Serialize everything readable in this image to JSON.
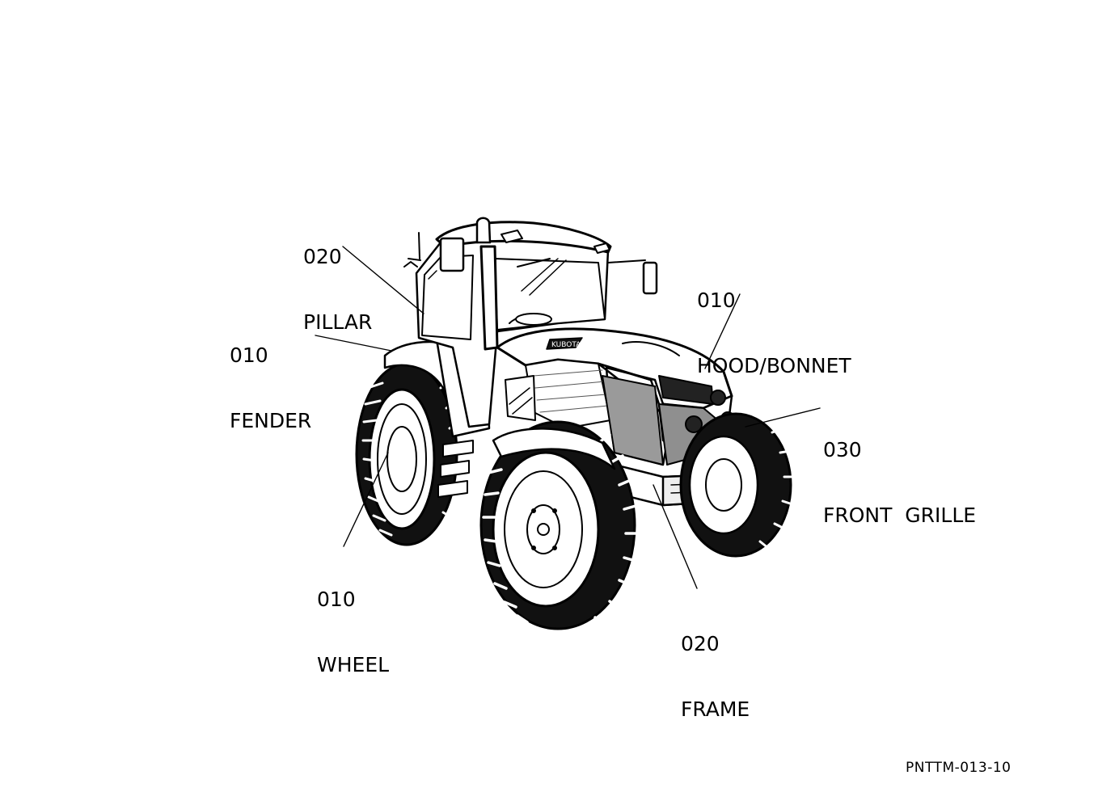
{
  "callouts": {
    "pillar": {
      "code": "020",
      "name": "PILLAR"
    },
    "fender": {
      "code": "010",
      "name": "FENDER"
    },
    "hood": {
      "code": "010",
      "name": "HOOD/BONNET"
    },
    "grille": {
      "code": "030",
      "name": "FRONT  GRILLE"
    },
    "wheel": {
      "code": "010",
      "name": "WHEEL"
    },
    "frame": {
      "code": "020",
      "name": "FRAME"
    }
  },
  "document_code": "PNTTM-013-10",
  "illustration": {
    "subject-icon": "tractor-illustration",
    "brand_text": "KUBOTA"
  }
}
